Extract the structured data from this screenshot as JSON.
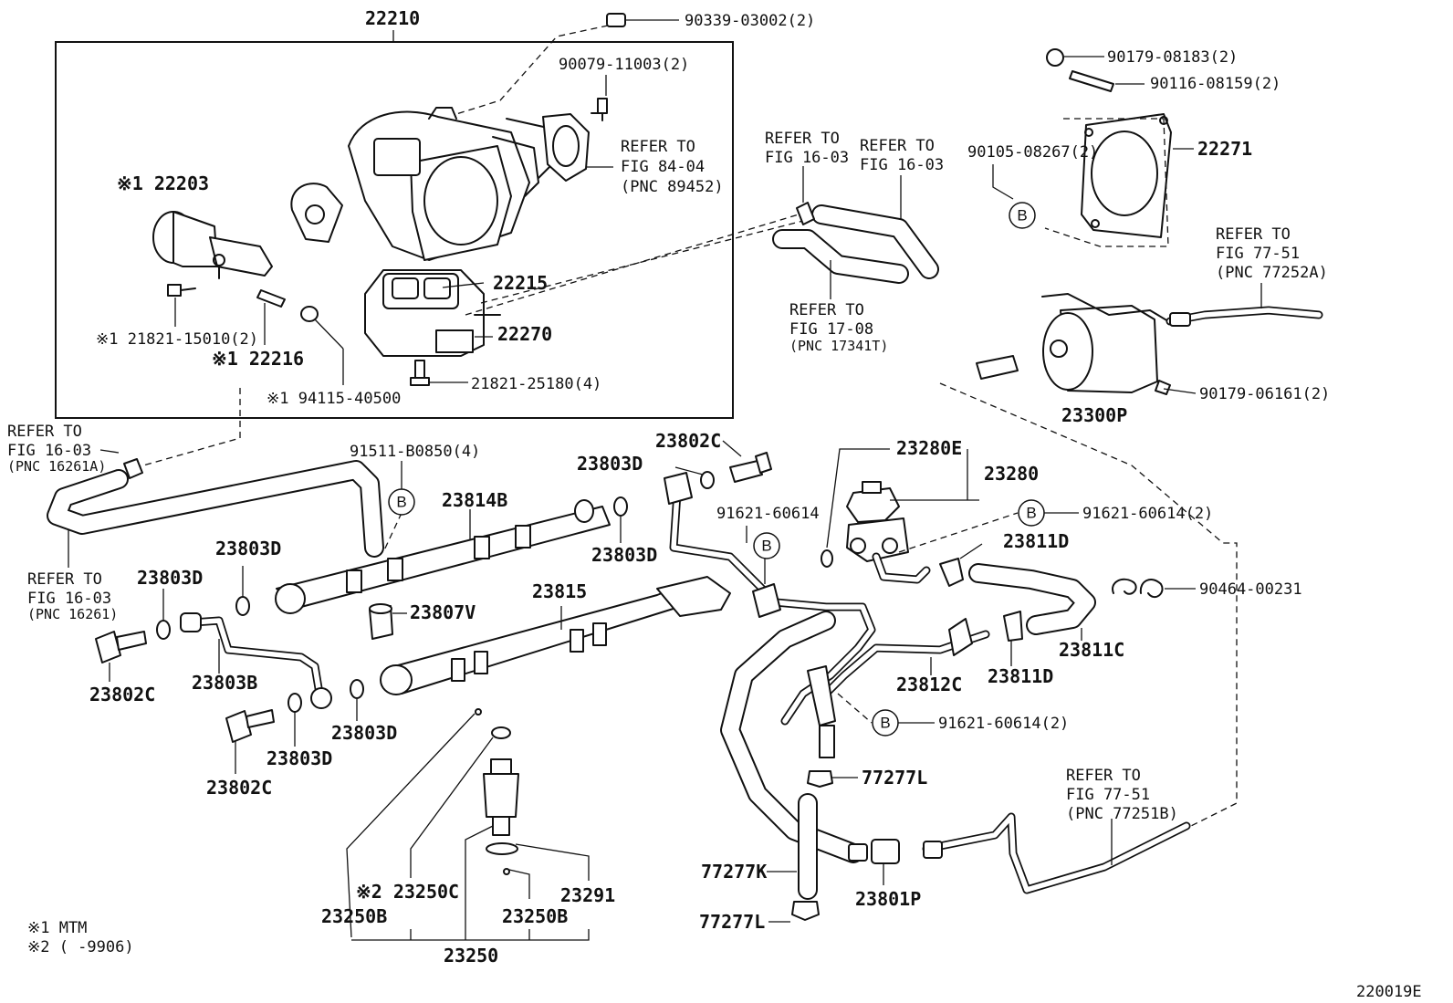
{
  "figure_id": "220019E",
  "frame_label": "22210",
  "legend": {
    "note1": "※1 MTM",
    "note2": "※2 (     -9906)"
  },
  "bubble_letter": "B",
  "refs": {
    "r8404": [
      "REFER TO",
      "FIG 84-04",
      "(PNC 89452)"
    ],
    "r1603a": [
      "REFER TO",
      "FIG 16-03"
    ],
    "r1603b": [
      "REFER TO",
      "FIG 16-03"
    ],
    "r1708": [
      "REFER TO",
      "FIG 17-08",
      "(PNC 17341T)"
    ],
    "r7751a": [
      "REFER TO",
      "FIG 77-51",
      "(PNC 77252A)"
    ],
    "r1603c": [
      "REFER TO",
      "FIG 16-03",
      "(PNC 16261A)"
    ],
    "r1603d": [
      "REFER TO",
      "FIG 16-03",
      "(PNC 16261)"
    ],
    "r7751b": [
      "REFER TO",
      "FIG 77-51",
      "(PNC 77251B)"
    ]
  },
  "parts": {
    "p90339": "90339-03002(2)",
    "p90079": "90079-11003(2)",
    "p22203": "※1 22203",
    "p21821a": "※1 21821-15010(2)",
    "p22216": "※1 22216",
    "p194115": "※1 94115-40500",
    "p22215": "22215",
    "p22270": "22270",
    "p21821b": "21821-25180(4)",
    "p90179a": "90179-08183(2)",
    "p90116": "90116-08159(2)",
    "p90105": "90105-08267(2)",
    "p22271": "22271",
    "p23300P": "23300P",
    "p90179b": "90179-06161(2)",
    "p91511": "91511-B0850(4)",
    "p23814B": "23814B",
    "p23802C_top": "23802C",
    "p23803D_top": "23803D",
    "p23280E": "23280E",
    "p23280": "23280",
    "p91621a": "91621-60614",
    "p91621b": "91621-60614(2)",
    "p23811D_a": "23811D",
    "p90464": "90464-00231",
    "p23803D_a": "23803D",
    "p23803D_b": "23803D",
    "p23803D_c": "23803D",
    "p23807V": "23807V",
    "p23815": "23815",
    "p23811C": "23811C",
    "p23811D_b": "23811D",
    "p23802C_l": "23802C",
    "p23803B": "23803B",
    "p23803D_d": "23803D",
    "p23803D_e": "23803D",
    "p23812C": "23812C",
    "p91621c": "91621-60614(2)",
    "p23802C_b": "23802C",
    "p77277L_a": "77277L",
    "p77277K": "77277K",
    "p77277L_b": "77277L",
    "p23801P": "23801P",
    "p23250C": "※2 23250C",
    "p23291": "23291",
    "p23250B_a": "23250B",
    "p23250B_b": "23250B",
    "p23250": "23250"
  }
}
